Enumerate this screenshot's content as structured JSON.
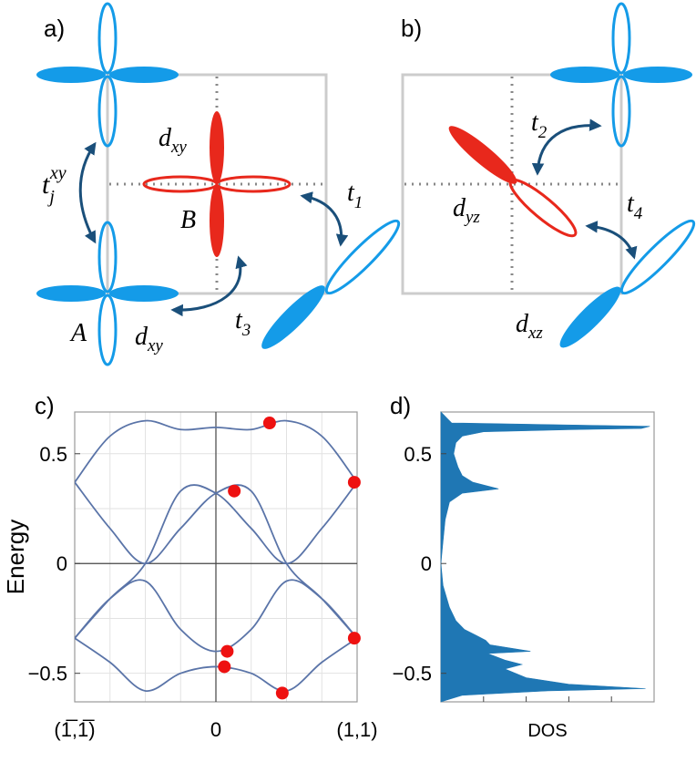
{
  "panels": {
    "a": {
      "label": "a)",
      "t_hop": {
        "base": "t",
        "sub": "j",
        "sup": "xy"
      },
      "t1": {
        "base": "t",
        "sub": "1"
      },
      "t3": {
        "base": "t",
        "sub": "3"
      },
      "d_center": {
        "base": "d",
        "sub": "xy"
      },
      "d_corner": {
        "base": "d",
        "sub": "xy"
      },
      "site_A": "A",
      "site_B": "B"
    },
    "b": {
      "label": "b)",
      "t2": {
        "base": "t",
        "sub": "2"
      },
      "t4": {
        "base": "t",
        "sub": "4"
      },
      "d_center": {
        "base": "d",
        "sub": "yz"
      },
      "d_corner": {
        "base": "d",
        "sub": "xz"
      }
    },
    "c": {
      "label": "c)"
    },
    "d": {
      "label": "d)"
    }
  },
  "colors": {
    "red_orbital": "#e8281c",
    "blue_orbital": "#149be8",
    "arrow": "#1a4f7a",
    "band_line": "#5a74a8",
    "marker": "#ee1111",
    "dos_fill": "#1f77b4",
    "box": "#cccccc"
  },
  "chart_data": [
    {
      "type": "line",
      "panel": "c",
      "ylabel": "Energy",
      "xlabel": "",
      "x_ticks": [
        "(1̅,1̅)",
        "0",
        "(1,1)"
      ],
      "y_ticks": [
        "0.5",
        "0",
        "−0.5"
      ],
      "xlim": [
        -1,
        1
      ],
      "ylim": [
        -0.63,
        0.69
      ],
      "series": [
        {
          "x": [
            -1,
            -0.75,
            -0.5,
            -0.25,
            0,
            0.25,
            0.5,
            0.75,
            1
          ],
          "y": [
            0.37,
            0.58,
            0.65,
            0.61,
            0.62,
            0.61,
            0.65,
            0.58,
            0.37
          ]
        },
        {
          "x": [
            -1,
            -0.75,
            -0.5,
            -0.25,
            0,
            0.25,
            0.5,
            0.75,
            1
          ],
          "y": [
            0.37,
            0.16,
            0.0,
            0.16,
            0.32,
            0.33,
            0.0,
            -0.16,
            -0.34
          ]
        },
        {
          "x": [
            -1,
            -0.75,
            -0.5,
            -0.25,
            0,
            0.25,
            0.5,
            0.75,
            1
          ],
          "y": [
            -0.34,
            -0.16,
            0.0,
            0.33,
            0.32,
            0.16,
            0.0,
            0.16,
            0.37
          ]
        },
        {
          "x": [
            -1,
            -0.75,
            -0.5,
            -0.25,
            0,
            0.25,
            0.5,
            0.75,
            1
          ],
          "y": [
            -0.34,
            -0.45,
            -0.58,
            -0.5,
            -0.47,
            -0.5,
            -0.58,
            -0.45,
            -0.34
          ]
        },
        {
          "x": [
            -1,
            -0.75,
            -0.5,
            -0.25,
            0,
            0.25,
            0.5,
            0.75,
            1
          ],
          "y": [
            -0.34,
            -0.16,
            -0.08,
            -0.3,
            -0.4,
            -0.3,
            -0.08,
            -0.16,
            -0.34
          ]
        }
      ],
      "markers": [
        {
          "x": 0.38,
          "y": 0.64
        },
        {
          "x": 0.13,
          "y": 0.33
        },
        {
          "x": 0.98,
          "y": 0.37
        },
        {
          "x": 0.08,
          "y": -0.4
        },
        {
          "x": 0.06,
          "y": -0.47
        },
        {
          "x": 0.47,
          "y": -0.59
        },
        {
          "x": 0.98,
          "y": -0.34
        }
      ]
    },
    {
      "type": "area",
      "panel": "d",
      "xlabel": "DOS",
      "y_ticks": [
        "0.5",
        "0",
        "−0.5"
      ],
      "ylim": [
        -0.63,
        0.69
      ],
      "xlim": [
        0,
        1
      ],
      "profile": [
        {
          "e": 0.69,
          "d": 0.0
        },
        {
          "e": 0.66,
          "d": 0.03
        },
        {
          "e": 0.64,
          "d": 0.05
        },
        {
          "e": 0.625,
          "d": 0.98
        },
        {
          "e": 0.615,
          "d": 0.94
        },
        {
          "e": 0.61,
          "d": 0.62
        },
        {
          "e": 0.6,
          "d": 0.2
        },
        {
          "e": 0.58,
          "d": 0.1
        },
        {
          "e": 0.55,
          "d": 0.07
        },
        {
          "e": 0.5,
          "d": 0.06
        },
        {
          "e": 0.44,
          "d": 0.08
        },
        {
          "e": 0.4,
          "d": 0.1
        },
        {
          "e": 0.37,
          "d": 0.15
        },
        {
          "e": 0.34,
          "d": 0.27
        },
        {
          "e": 0.32,
          "d": 0.1
        },
        {
          "e": 0.28,
          "d": 0.04
        },
        {
          "e": 0.2,
          "d": 0.02
        },
        {
          "e": 0.1,
          "d": 0.01
        },
        {
          "e": 0.0,
          "d": 0.0
        },
        {
          "e": -0.1,
          "d": 0.01
        },
        {
          "e": -0.2,
          "d": 0.04
        },
        {
          "e": -0.26,
          "d": 0.07
        },
        {
          "e": -0.3,
          "d": 0.11
        },
        {
          "e": -0.33,
          "d": 0.17
        },
        {
          "e": -0.35,
          "d": 0.21
        },
        {
          "e": -0.37,
          "d": 0.23
        },
        {
          "e": -0.4,
          "d": 0.42
        },
        {
          "e": -0.41,
          "d": 0.22
        },
        {
          "e": -0.44,
          "d": 0.3
        },
        {
          "e": -0.46,
          "d": 0.38
        },
        {
          "e": -0.48,
          "d": 0.3
        },
        {
          "e": -0.52,
          "d": 0.4
        },
        {
          "e": -0.55,
          "d": 0.6
        },
        {
          "e": -0.57,
          "d": 0.96
        },
        {
          "e": -0.58,
          "d": 0.5
        },
        {
          "e": -0.6,
          "d": 0.1
        },
        {
          "e": -0.63,
          "d": 0.0
        }
      ]
    }
  ]
}
